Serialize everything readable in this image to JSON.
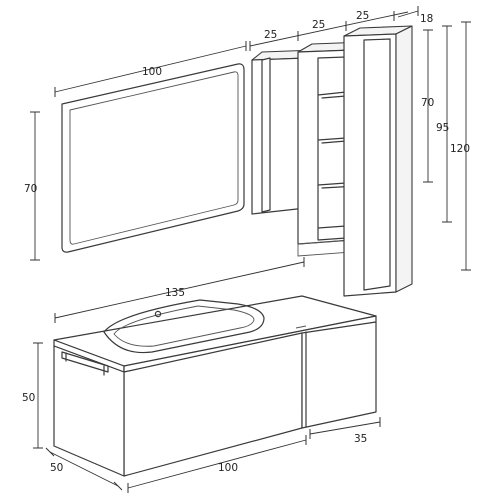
{
  "dimensions": {
    "mirror_width": "100",
    "mirror_height": "70",
    "column_top_width_1": "25",
    "column_top_width_2": "25",
    "column_top_width_3": "25",
    "column_depth": "18",
    "height_70": "70",
    "height_95": "95",
    "height_120": "120",
    "counter_width": "135",
    "base_height": "50",
    "base_depth": "50",
    "base_width": "100",
    "side_width": "35"
  }
}
